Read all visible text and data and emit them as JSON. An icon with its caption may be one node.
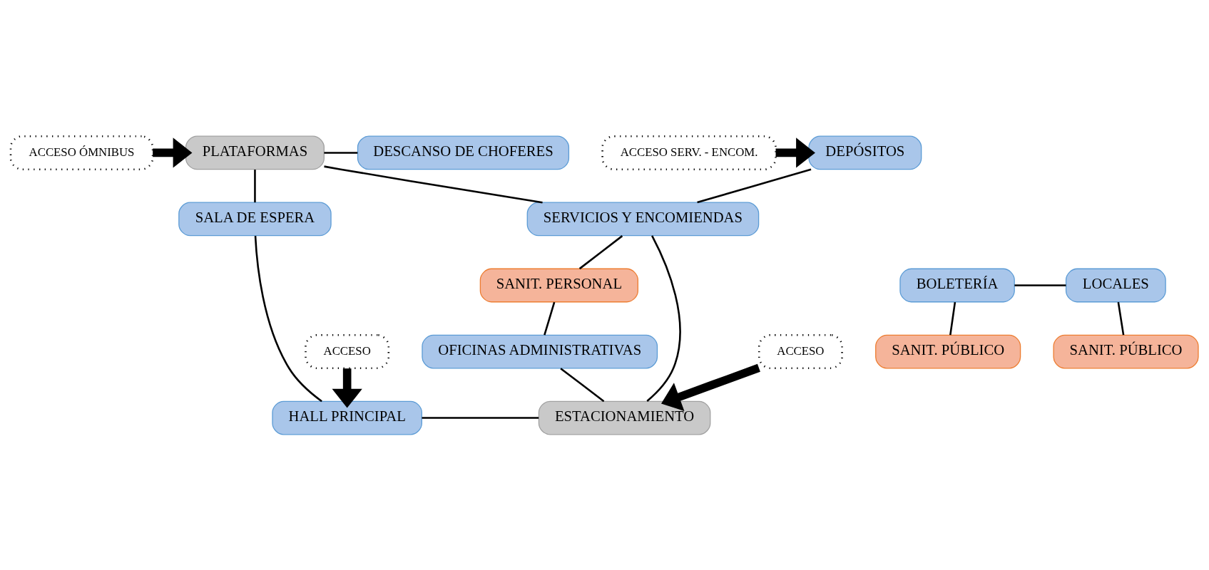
{
  "diagram": {
    "nodes": [
      {
        "text": [
          "ACCESO ÓMNIBUS"
        ]
      },
      {
        "text": [
          "PLATAFORMAS"
        ]
      },
      {
        "text": [
          "DESCANSO DE CHOFERES"
        ]
      },
      {
        "text": [
          "DEPÓSITOS"
        ]
      },
      {
        "text": [
          "ACCESO SERV. - ENCOM."
        ]
      },
      {
        "text": [
          "SALA DE ESPERA"
        ]
      },
      {
        "text": [
          "SERVICIOS Y ENCOMIENDAS"
        ]
      },
      {
        "text": [
          "BOLETERÍA"
        ]
      },
      {
        "text": [
          "LOCALES"
        ]
      },
      {
        "text": [
          "SANIT. PERSONAL"
        ]
      },
      {
        "text": [
          "SANIT. PÚBLICO"
        ]
      },
      {
        "text": [
          "SANIT. PÚBLICO"
        ]
      },
      {
        "text": [
          "OFICINAS ADMINISTRATIVAS"
        ]
      },
      {
        "text": [
          "HALL PRINCIPAL"
        ]
      },
      {
        "text": [
          "ESTACIONAMIENTO"
        ]
      },
      {
        "text": [
          "ACCESO"
        ]
      },
      {
        "text": [
          "ACCESO"
        ]
      }
    ],
    "edges": [
      {
        "from": 0,
        "to": 1,
        "arrow": "to",
        "style": "thick"
      },
      {
        "from": 4,
        "to": 3,
        "arrow": "to",
        "style": "thick"
      },
      {
        "from": 1,
        "to": 2,
        "arrow": "none"
      },
      {
        "from": 1,
        "to": 6,
        "arrow": "none"
      },
      {
        "from": 1,
        "to": 5,
        "arrow": "none"
      },
      {
        "from": 5,
        "to": 13,
        "arrow": "none"
      },
      {
        "from": 7,
        "to": 8,
        "arrow": "none"
      },
      {
        "from": 7,
        "to": 10,
        "arrow": "none"
      },
      {
        "from": 8,
        "to": 11,
        "arrow": "none"
      },
      {
        "from": 3,
        "to": 6,
        "arrow": "none"
      },
      {
        "from": 6,
        "to": 9,
        "arrow": "none"
      },
      {
        "from": 6,
        "to": 14,
        "arrow": "none"
      },
      {
        "from": 9,
        "to": 12,
        "arrow": "none"
      },
      {
        "from": 12,
        "to": 14,
        "arrow": "none"
      },
      {
        "from": 13,
        "to": 14,
        "arrow": "none"
      },
      {
        "from": 15,
        "to": 13,
        "arrow": "to",
        "style": "thick"
      },
      {
        "from": 16,
        "to": 14,
        "arrow": "to",
        "style": "thick"
      }
    ]
  }
}
